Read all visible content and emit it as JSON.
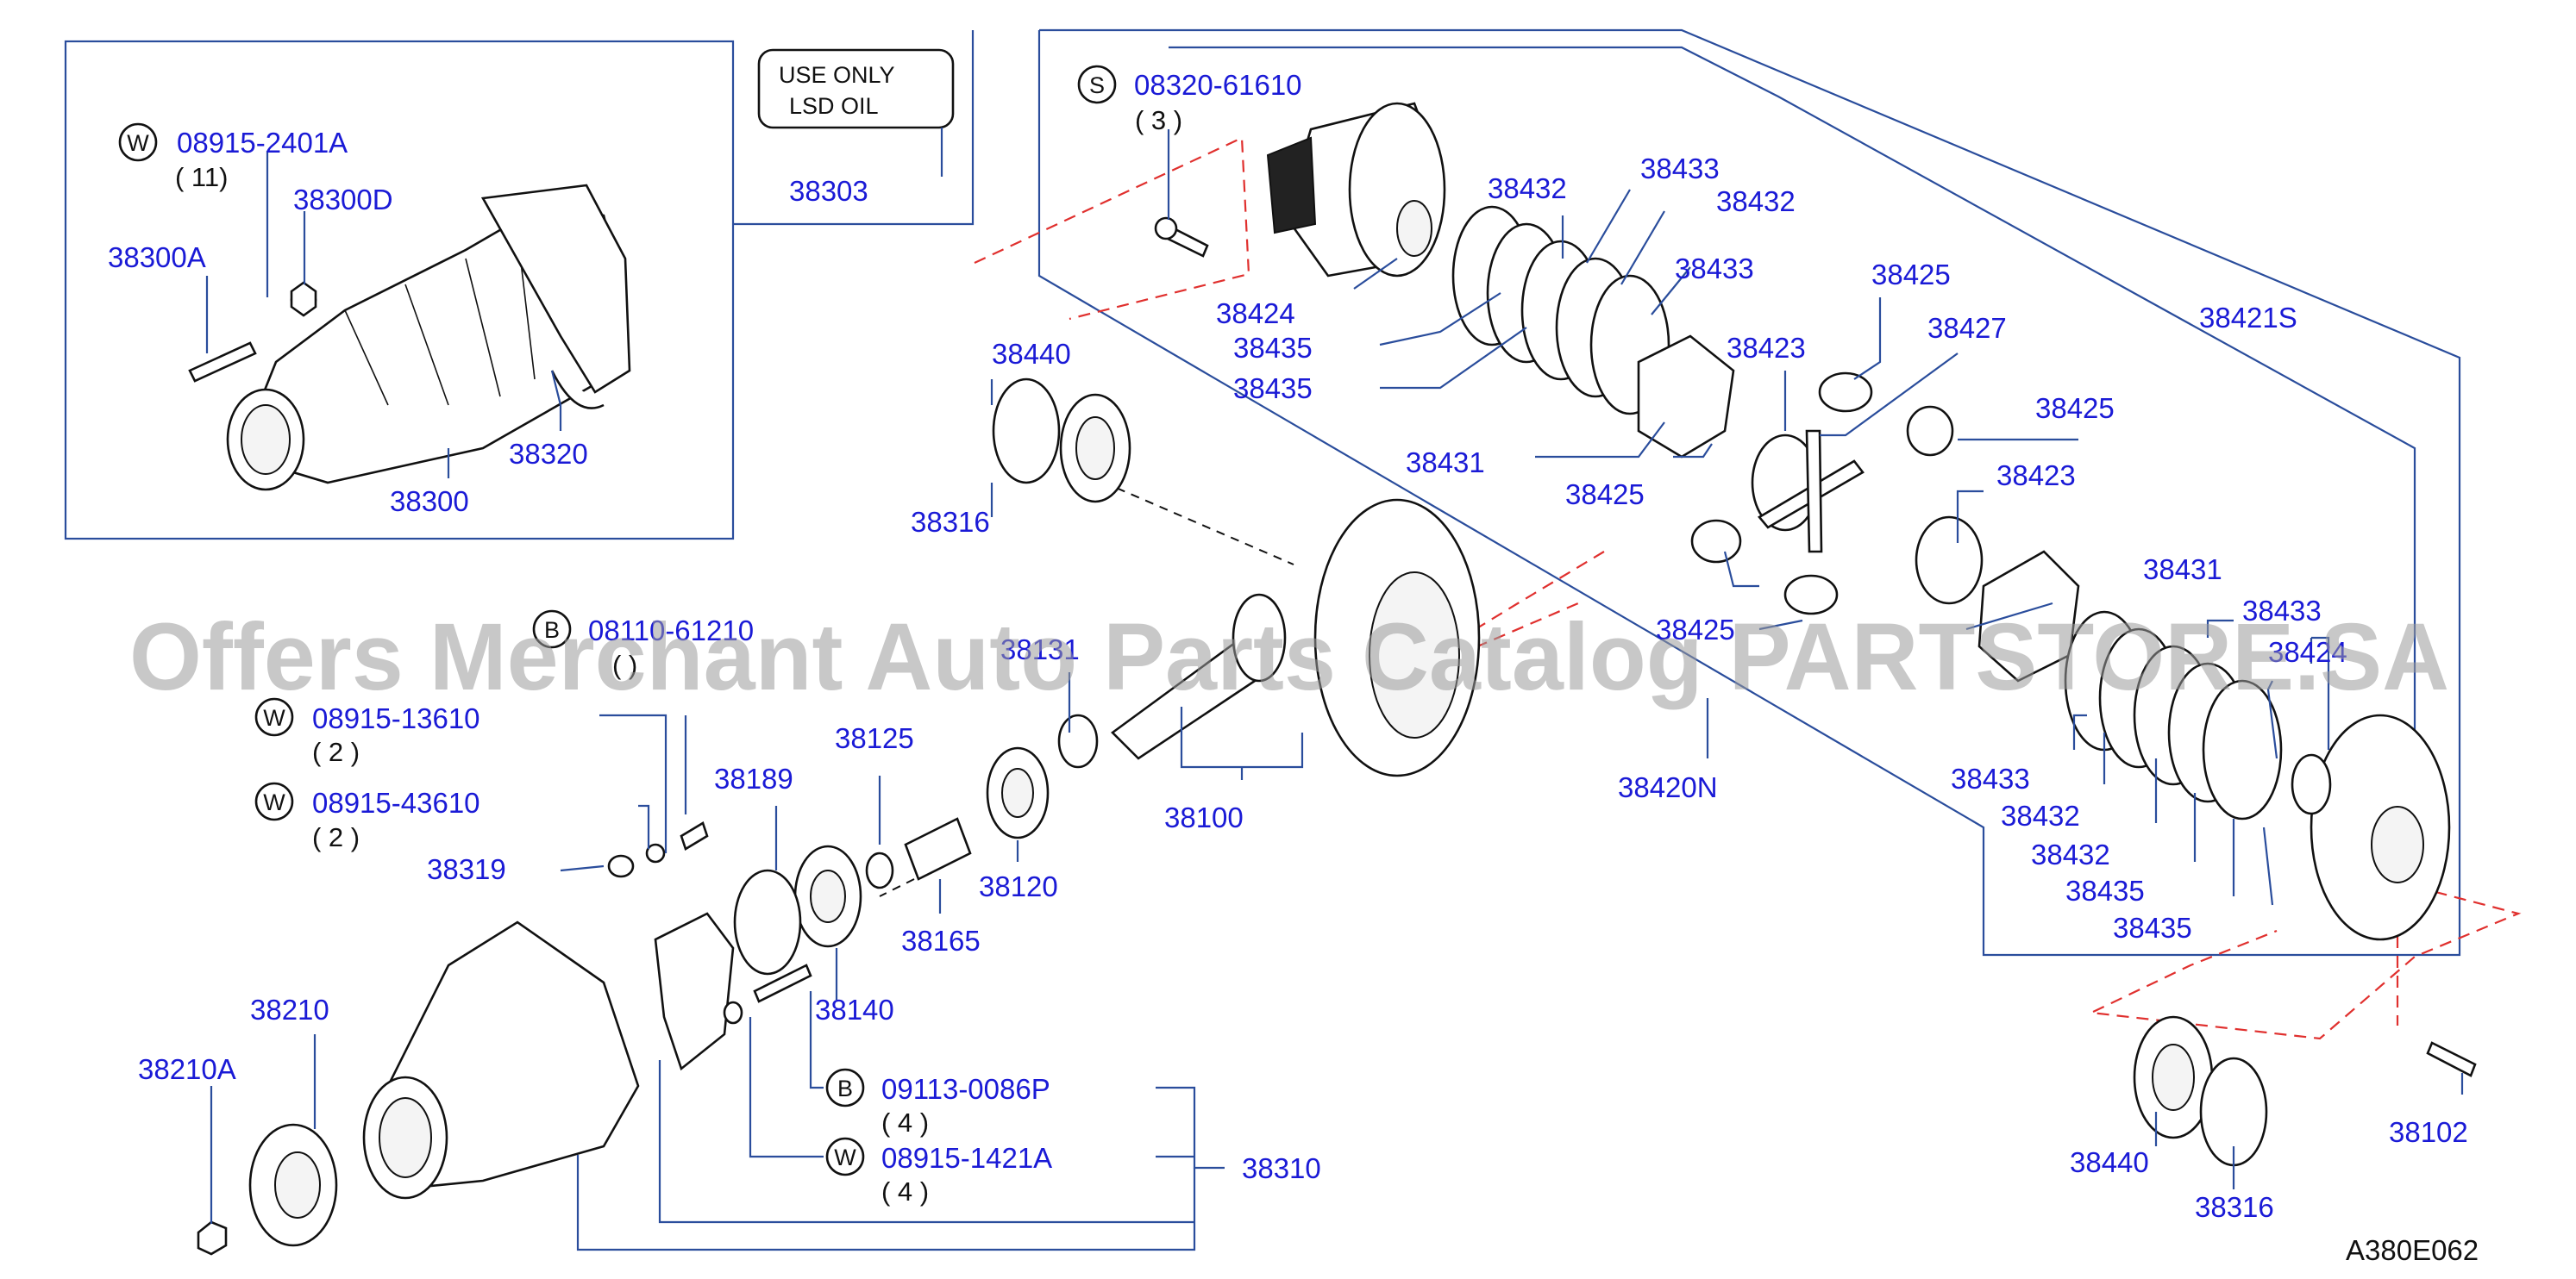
{
  "watermark": "Offers Merchant Auto Parts Catalog PARTSTORE.SA",
  "diagram_code": "A380E062",
  "note_box": {
    "line1": "USE   ONLY",
    "line2": "LSD   OIL"
  },
  "bolt_refs": [
    {
      "letter": "W",
      "code": "08915-2401A",
      "qty": "( 11)"
    },
    {
      "letter": "S",
      "code": "08320-61610",
      "qty": "( 3 )"
    },
    {
      "letter": "B",
      "code": "08110-61210",
      "qty": "( )"
    },
    {
      "letter": "W",
      "code": "08915-13610",
      "qty": "( 2 )"
    },
    {
      "letter": "W",
      "code": "08915-43610",
      "qty": "( 2 )"
    },
    {
      "letter": "B",
      "code": "09113-0086P",
      "qty": "( 4 )"
    },
    {
      "letter": "W",
      "code": "08915-1421A",
      "qty": "( 4 )"
    }
  ],
  "part_labels": {
    "p38300D": "38300D",
    "p38300A": "38300A",
    "p38320": "38320",
    "p38300": "38300",
    "p38303": "38303",
    "p38432a": "38432",
    "p38433a": "38433",
    "p38432b": "38432",
    "p38433b": "38433",
    "p38424a": "38424",
    "p38435a": "38435",
    "p38435b": "38435",
    "p38425a": "38425",
    "p38427": "38427",
    "p38421S": "38421S",
    "p38440a": "38440",
    "p38423a": "38423",
    "p38425b": "38425",
    "p38431a": "38431",
    "p38425c": "38425",
    "p38423b": "38423",
    "p38316a": "38316",
    "p38431b": "38431",
    "p38425d": "38425",
    "p38433c": "38433",
    "p38424b": "38424",
    "p38131": "38131",
    "p38125": "38125",
    "p38189": "38189",
    "p38319": "38319",
    "p38100": "38100",
    "p38420N": "38420N",
    "p38433d": "38433",
    "p38432c": "38432",
    "p38432d": "38432",
    "p38435c": "38435",
    "p38435d": "38435",
    "p38120": "38120",
    "p38165": "38165",
    "p38140": "38140",
    "p38210": "38210",
    "p38210A": "38210A",
    "p38310": "38310",
    "p38102": "38102",
    "p38440b": "38440",
    "p38316b": "38316"
  }
}
